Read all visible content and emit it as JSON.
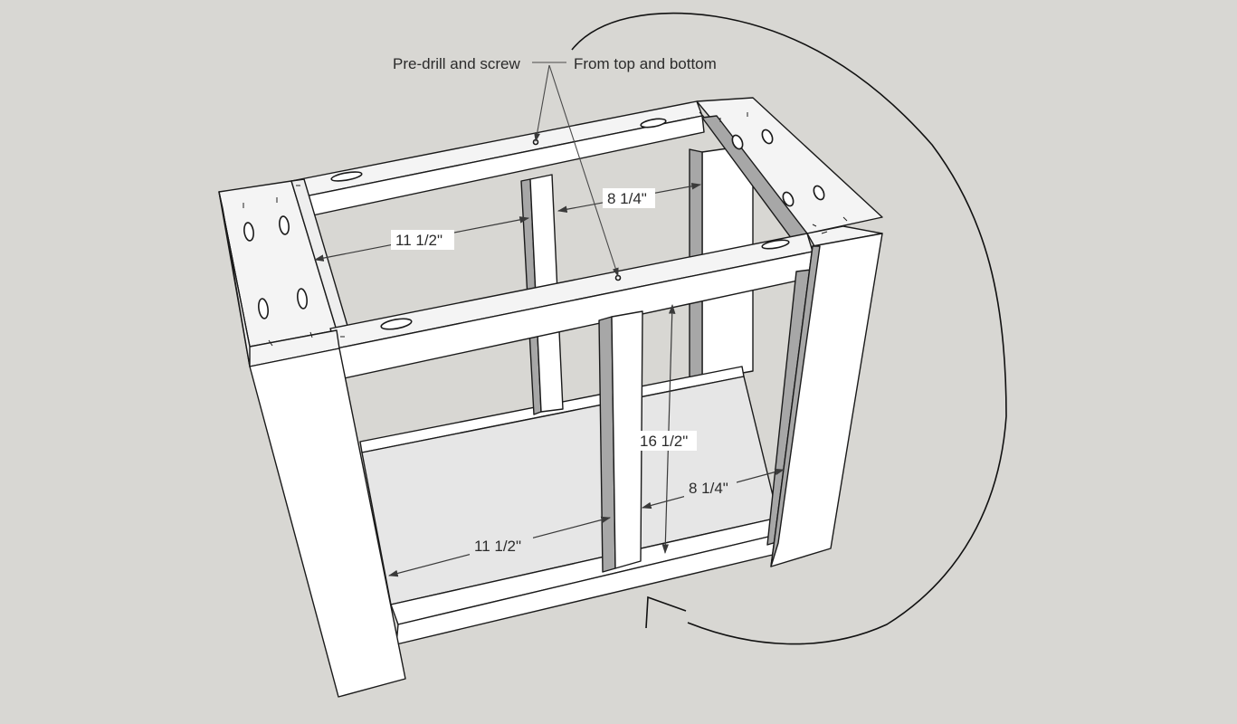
{
  "labels": {
    "predrill": "Pre-drill and screw",
    "from_top_bottom": "From top and bottom"
  },
  "dimensions": {
    "top_width": "11 1/2\"",
    "top_depth": "8 1/4\"",
    "height": "16 1/2\"",
    "bottom_width": "11 1/2\"",
    "bottom_depth": "8 1/4\""
  }
}
